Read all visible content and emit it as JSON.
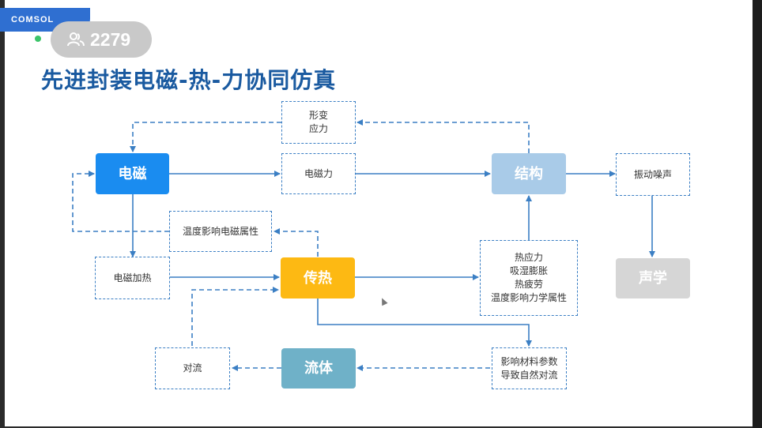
{
  "overlay": {
    "logo_text": "COMSOL",
    "viewer_count": "2279",
    "viewer_icon": "people-icon"
  },
  "slide": {
    "title": "先进封装电磁-热-力协同仿真"
  },
  "colors": {
    "electromagnetic": "#1a8cf0",
    "heat": "#fdb913",
    "structure": "#a9cbe8",
    "fluid": "#6fb1c8",
    "acoustic": "#d6d6d6",
    "dashed_border": "#3b7fc4",
    "title": "#1a5aa0"
  },
  "nodes": {
    "electromagnetic": "电磁",
    "structure": "结构",
    "acoustic": "声学",
    "heat": "传热",
    "fluid": "流体",
    "deformation_stress": [
      "形变",
      "应力"
    ],
    "em_force": "电磁力",
    "vibration_noise": "振动噪声",
    "temp_affects_em": "温度影响电磁属性",
    "em_heating": "电磁加热",
    "thermal_effects": [
      "热应力",
      "吸湿膨胀",
      "热疲劳",
      "温度影响力学属性"
    ],
    "convection": "对流",
    "material_params": [
      "影响材料参数",
      "导致自然对流"
    ]
  }
}
